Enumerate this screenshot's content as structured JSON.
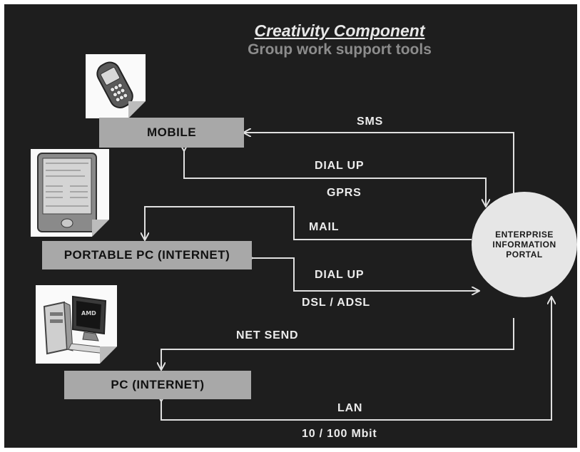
{
  "title": "Creativity Component",
  "subtitle": "Group work support tools",
  "devices": {
    "mobile": "MOBILE",
    "portable_pc": "PORTABLE PC (INTERNET)",
    "pc": "PC (INTERNET)"
  },
  "portal": {
    "line1": "ENTERPRISE",
    "line2": "INFORMATION",
    "line3": "PORTAL"
  },
  "links": {
    "sms": "SMS",
    "dial_up_1": "DIAL UP",
    "gprs": "GPRS",
    "mail": "MAIL",
    "dial_up_2": "DIAL UP",
    "dsl_adsl": "DSL / ADSL",
    "net_send": "NET SEND",
    "lan": "LAN",
    "speed": "10 / 100 Mbit"
  },
  "colors": {
    "background": "#1e1e1e",
    "device_box": "#a8a8a8",
    "portal": "#e6e6e6",
    "lines": "#e0e0e0"
  },
  "icons": [
    "mobile-phone-image",
    "pda-image",
    "desktop-pc-image"
  ]
}
